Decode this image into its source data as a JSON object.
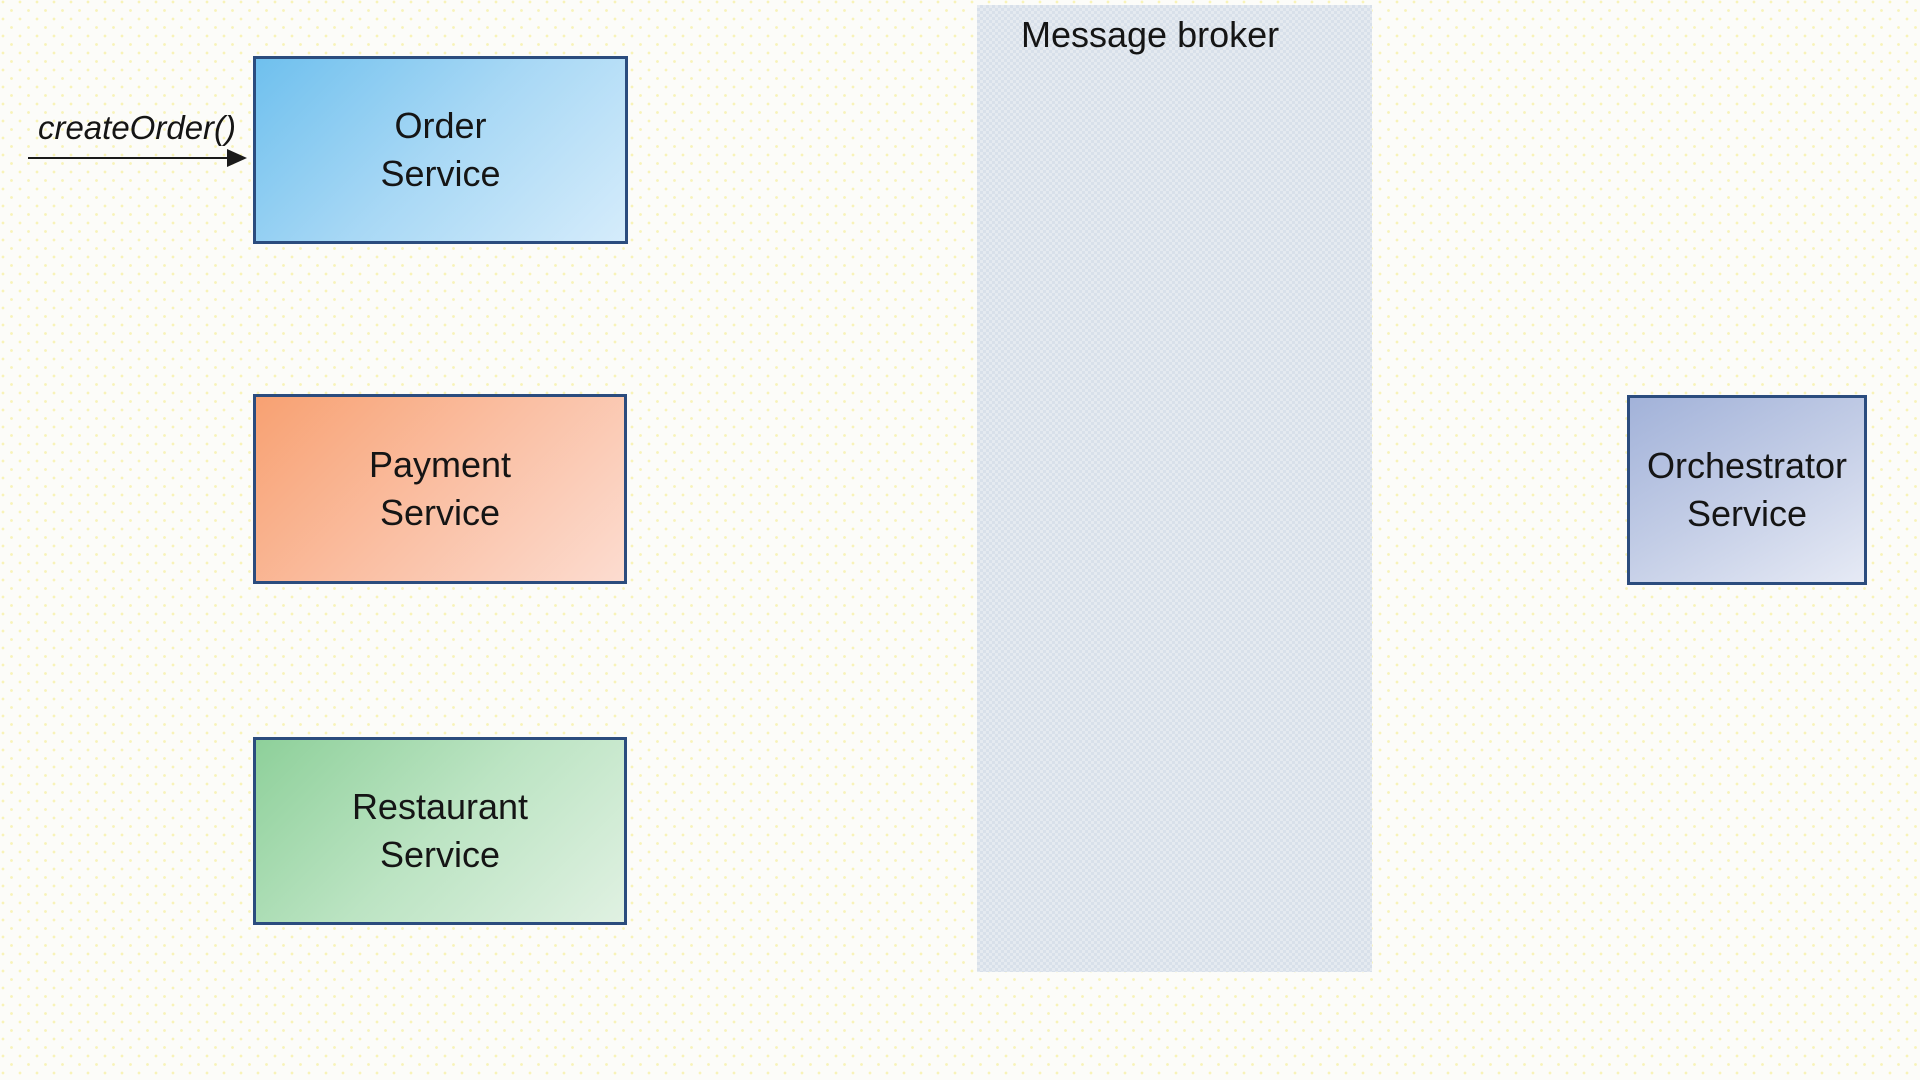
{
  "message": {
    "label": "createOrder()"
  },
  "nodes": {
    "order": {
      "lines": [
        "Order",
        "Service"
      ],
      "fill": "linear-gradient(135deg, #6fc0ee 0%, #a8d8f5 50%, #d5ecfb 100%)"
    },
    "payment": {
      "lines": [
        "Payment",
        "Service"
      ],
      "fill": "linear-gradient(135deg, #f8a172 0%, #fabfa3 50%, #fcdcd0 100%)"
    },
    "restaurant": {
      "lines": [
        "Restaurant",
        "Service"
      ],
      "fill": "linear-gradient(135deg, #8ed09a 0%, #bce4c3 50%, #e0f1e2 100%)"
    },
    "orchestrator": {
      "lines": [
        "Orchestrator",
        "Service"
      ],
      "fill": "linear-gradient(150deg, #a2b2d9 0%, #c3cde6 50%, #e6eaf5 100%)"
    }
  },
  "broker": {
    "label": "Message broker",
    "fill": "#e5eaf0"
  },
  "colors": {
    "node_border": "#2b4c7e",
    "arrow": "#1a1a1a",
    "text": "#151515"
  }
}
